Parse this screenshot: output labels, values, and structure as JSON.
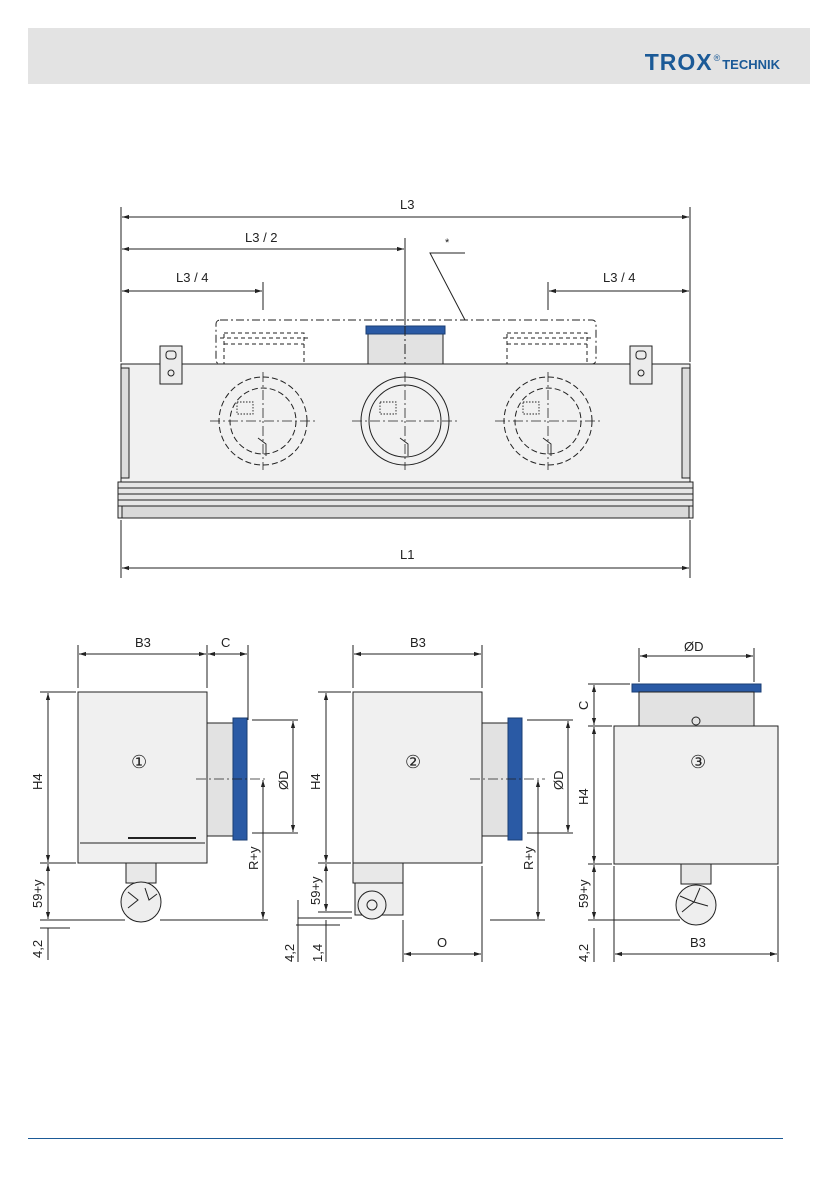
{
  "brand": {
    "name": "TROX",
    "registered": "®",
    "suffix": "TECHNIK",
    "color": "#1b5a97"
  },
  "front_view": {
    "dim_l3": "L3",
    "dim_l3_half": "L3 / 2",
    "dim_l3_quarter_left": "L3 / 4",
    "dim_l3_quarter_right": "L3 / 4",
    "dim_l1": "L1",
    "note_marker": "*"
  },
  "side_views": [
    {
      "number": "①",
      "b3": "B3",
      "c": "C",
      "h4": "H4",
      "d": "ØD",
      "ry": "R+y",
      "y59": "59+y",
      "v42": "4,2"
    },
    {
      "number": "②",
      "b3": "B3",
      "h4": "H4",
      "d": "ØD",
      "ry": "R+y",
      "y59": "59+y",
      "v42": "4,2",
      "v14": "1,4",
      "o": "O"
    },
    {
      "number": "③",
      "d": "ØD",
      "c": "C",
      "h4": "H4",
      "y59": "59+y",
      "v42": "4,2",
      "b3": "B3"
    }
  ],
  "colors": {
    "seal": "#1f4f9a",
    "line": "#222222",
    "fill": "#eeeeee"
  }
}
